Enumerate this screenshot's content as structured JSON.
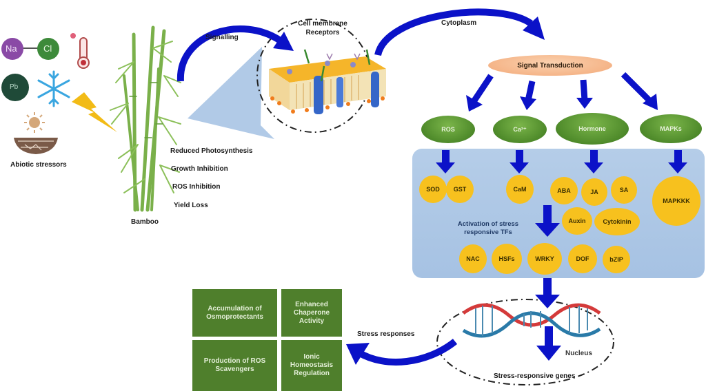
{
  "stressors": {
    "caption": "Abiotic stressors",
    "na_label": "Na",
    "cl_label": "Cl",
    "pb_label": "Pb",
    "icons": [
      "sodium-chloride-molecule",
      "thermometer-heat",
      "lead-metal",
      "snowflake-cold",
      "sun-drought",
      "cracked-soil"
    ]
  },
  "plant": {
    "label": "Bamboo",
    "effects": [
      "Reduced Photosynthesis",
      "Growth Inhibition",
      "ROS Inhibition",
      "Yield Loss"
    ]
  },
  "flow": {
    "signalling": "Signalling",
    "membrane_title": "Cell membrane\nReceptors",
    "membrane_line1": "Cell membrane",
    "membrane_line2": "Receptors",
    "cytoplasm": "Cytoplasm",
    "signal_transduction": "Signal Transduction"
  },
  "pathways": [
    {
      "label": "ROS",
      "products": [
        "SOD",
        "GST"
      ]
    },
    {
      "label": "Ca²⁺",
      "products": [
        "CaM"
      ]
    },
    {
      "label": "Hormone",
      "products": [
        "ABA",
        "JA",
        "SA",
        "Auxin",
        "Cytokinin"
      ]
    },
    {
      "label": "MAPKs",
      "products": [
        "MAPKKK"
      ]
    }
  ],
  "tf_activation": {
    "line1": "Activation of stress",
    "line2": "responsive TFs",
    "factors": [
      "NAC",
      "HSFs",
      "WRKY",
      "DOF",
      "bZIP"
    ]
  },
  "nucleus": {
    "label": "Nucleus",
    "genes": "Stress-responsive genes",
    "stress_responses": "Stress responses"
  },
  "responses": [
    {
      "line1": "Accumulation of",
      "line2": "Osmoprotectants",
      "line3": ""
    },
    {
      "line1": "Enhanced",
      "line2": "Chaperone",
      "line3": "Activity"
    },
    {
      "line1": "Production of ROS",
      "line2": "Scavengers",
      "line3": ""
    },
    {
      "line1": "Ionic",
      "line2": "Homeostasis",
      "line3": "Regulation"
    }
  ],
  "colors": {
    "arrow_blue": "#0b12c8",
    "node_green": "#4e8a2a",
    "node_yellow": "#f7c11e",
    "panel_blue": "#aac5e5",
    "response_green": "#4f7f2c",
    "st_orange": "#f5b486"
  }
}
